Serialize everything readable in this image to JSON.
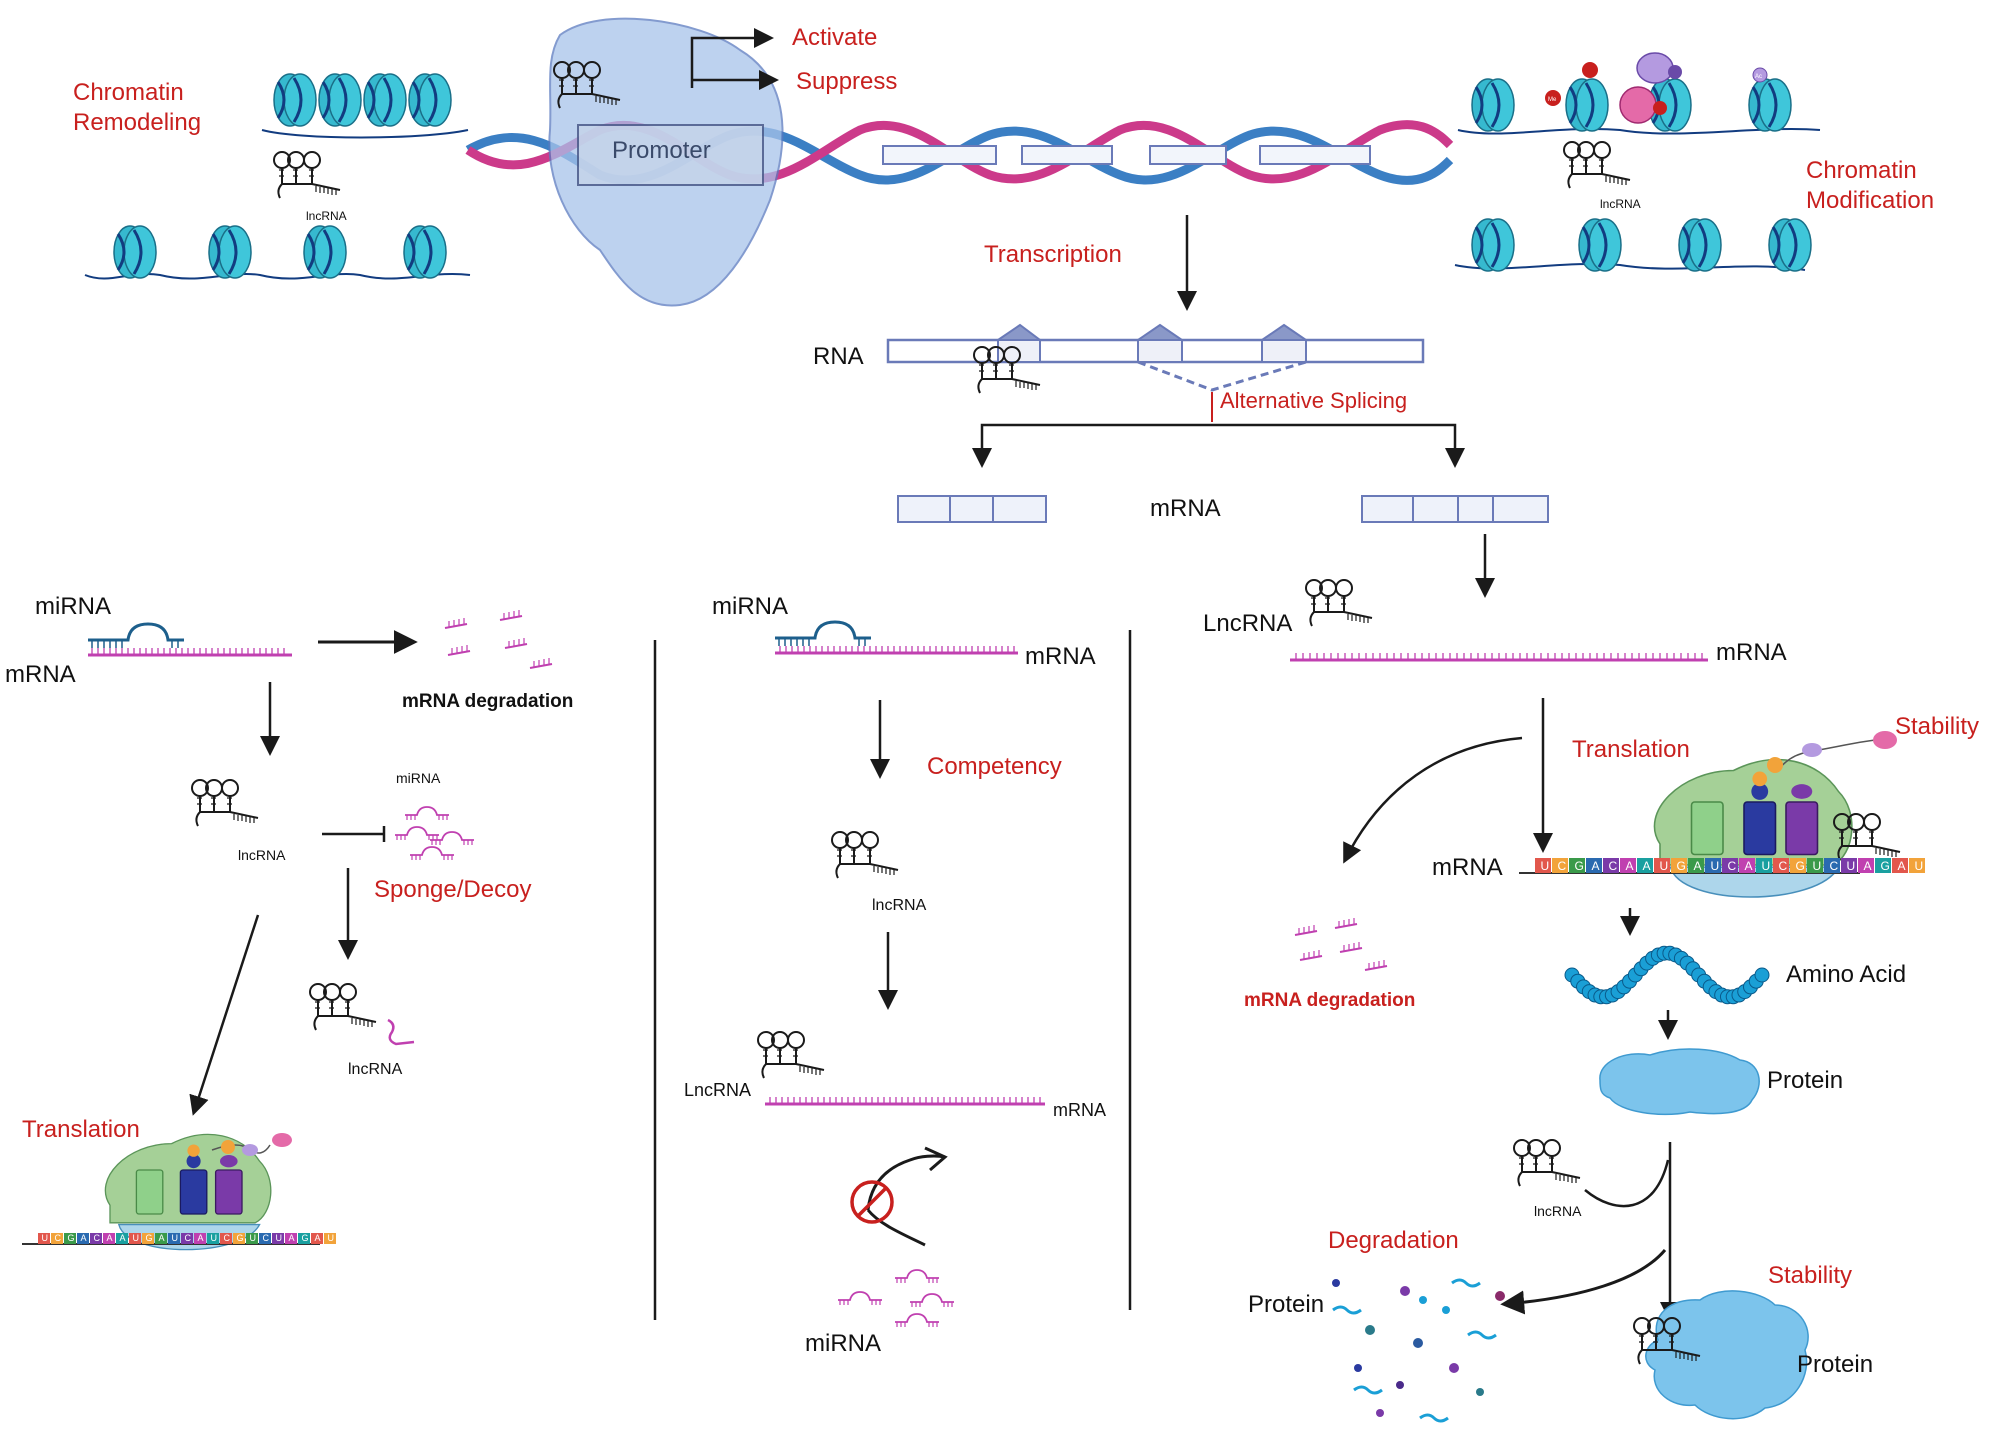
{
  "labels": {
    "activate": "Activate",
    "suppress": "Suppress",
    "promoter": "Promoter",
    "chromatin_remodeling_1": "Chromatin",
    "chromatin_remodeling_2": "Remodeling",
    "chromatin_modification_1": "Chromatin",
    "chromatin_modification_2": "Modification",
    "lncrna_small": "lncRNA",
    "transcription": "Transcription",
    "rna": "RNA",
    "alternative_splicing": "Alternative Splicing",
    "mrna": "mRNA",
    "mirna": "miRNA",
    "mrna_degradation": "mRNA degradation",
    "sponge_decoy": "Sponge/Decoy",
    "translation": "Translation",
    "competency": "Competency",
    "lncrna_cap": "LncRNA",
    "stability": "Stability",
    "amino_acid": "Amino Acid",
    "protein": "Protein",
    "degradation": "Degradation",
    "me": "Me",
    "ac": "Ac"
  },
  "colors": {
    "accent_red": "#c8201e",
    "dna_blue": "#3b7fc4",
    "dna_pink": "#cc3a8a",
    "nucleosome": "#36b9cf",
    "mrna_magenta": "#c040b0",
    "mirna_blue": "#1d5f8c",
    "ribosome_green": "#9ccc8c",
    "ribosome_blue": "#a9d4ea",
    "protein_blue": "#7cc4ec",
    "amino_acid": "#1a9fd6"
  },
  "codons": [
    "U",
    "C",
    "G",
    "A",
    "C",
    "A",
    "A",
    "U",
    "G",
    "A",
    "U",
    "C",
    "A",
    "U",
    "C",
    "G",
    "U",
    "C",
    "U",
    "A",
    "G",
    "A",
    "U"
  ]
}
